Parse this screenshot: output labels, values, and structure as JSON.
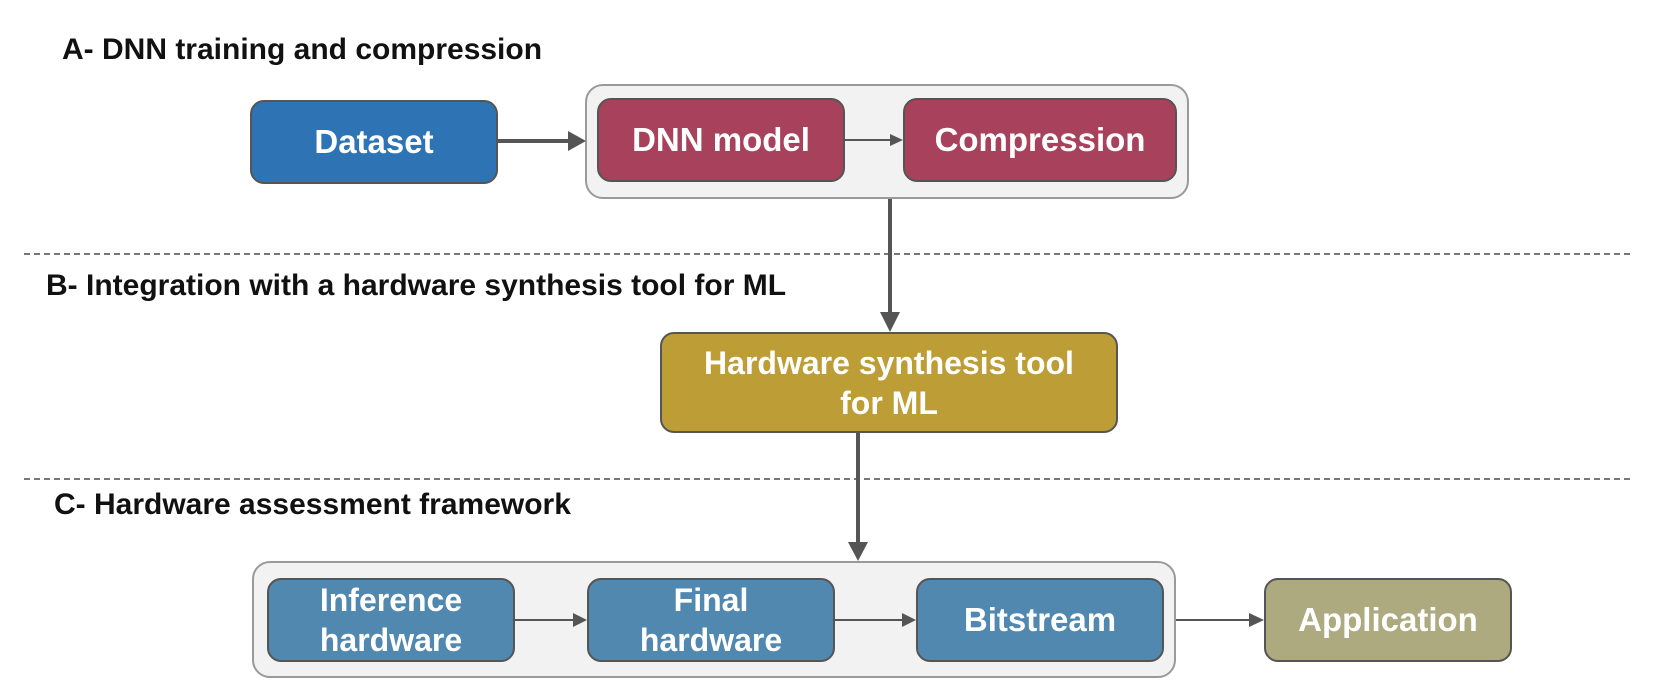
{
  "sections": {
    "a_title": "A- DNN training and compression",
    "b_title": "B- Integration with a hardware synthesis  tool for ML",
    "c_title": "C- Hardware assessment framework"
  },
  "nodes": {
    "dataset": "Dataset",
    "dnn_model": "DNN model",
    "compression": "Compression",
    "hw_synthesis_tool": "Hardware synthesis tool\nfor ML",
    "inference_hardware": "Inference\nhardware",
    "final_hardware": "Final\nhardware",
    "bitstream": "Bitstream",
    "application": "Application"
  },
  "colors": {
    "dataset": "#2e74b5",
    "dnn": "#a8425c",
    "synthesis": "#bd9d35",
    "hardware": "#5088b0",
    "application": "#acaa7e",
    "group_fill": "#f2f2f2",
    "arrow": "#555555"
  },
  "edges": [
    {
      "from": "dataset",
      "to": "dnn-group"
    },
    {
      "from": "dnn_model",
      "to": "compression"
    },
    {
      "from": "dnn-group",
      "to": "hw_synthesis_tool"
    },
    {
      "from": "hw_synthesis_tool",
      "to": "hardware-group"
    },
    {
      "from": "inference_hardware",
      "to": "final_hardware"
    },
    {
      "from": "final_hardware",
      "to": "bitstream"
    },
    {
      "from": "hardware-group",
      "to": "application"
    }
  ]
}
